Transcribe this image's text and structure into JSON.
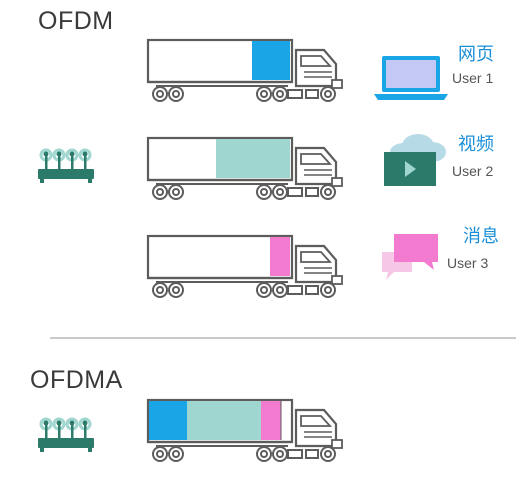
{
  "ofdm": {
    "title": "OFDM",
    "users": [
      {
        "cn": "网页",
        "en": "User 1",
        "icon": "laptop-icon",
        "color": "#1aa5e6"
      },
      {
        "cn": "视频",
        "en": "User 2",
        "icon": "video-cloud-icon",
        "color": "#9fd6cf"
      },
      {
        "cn": "消息",
        "en": "User 3",
        "icon": "chat-bubbles-icon",
        "color": "#f27bd0"
      }
    ]
  },
  "ofdma": {
    "title": "OFDMA",
    "segments": [
      "#1aa5e6",
      "#9fd6cf",
      "#f27bd0"
    ]
  },
  "colors": {
    "router": "#2b7a6a",
    "truck_outline": "#5a5a5a"
  }
}
